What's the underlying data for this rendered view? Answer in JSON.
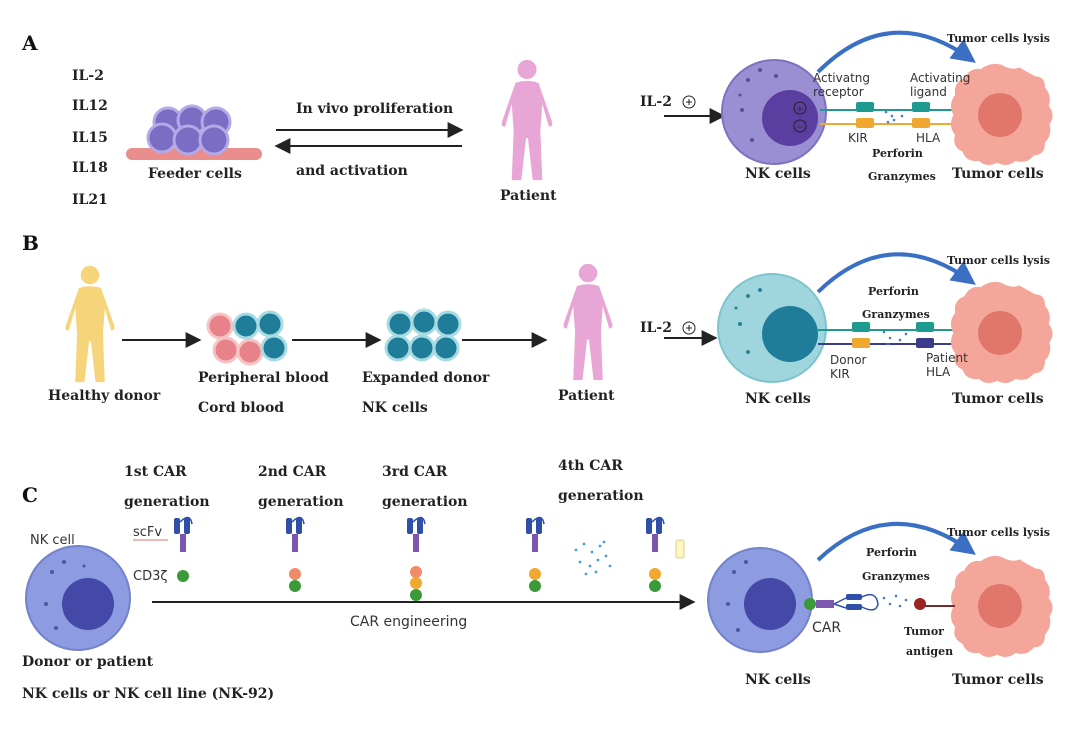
{
  "panels": {
    "a": {
      "letter": "A",
      "cytokines": [
        "IL-2",
        "IL12",
        "IL15",
        "IL18",
        "IL21"
      ],
      "feeder_label": "Feeder cells",
      "arrow_top_label": "In vivo proliferation",
      "arrow_bottom_label": "and activation",
      "patient_label": "Patient",
      "il2_label": "IL-2",
      "lysis_label": "Tumor cells lysis",
      "activating_receptor": [
        "Activatng",
        "receptor"
      ],
      "activating_ligand": [
        "Activating",
        "ligand"
      ],
      "kir_label": "KIR",
      "hla_label": "HLA",
      "perforin_label": "Perforin",
      "granzymes_label": "Granzymes",
      "nk_label": "NK cells",
      "tumor_label": "Tumor cells",
      "plus_sign": "+",
      "minus_sign": "−"
    },
    "b": {
      "letter": "B",
      "healthy_donor_label": "Healthy donor",
      "source_labels": [
        "Peripheral blood",
        "Cord blood"
      ],
      "expanded_labels": [
        "Expanded donor",
        "NK cells"
      ],
      "patient_label": "Patient",
      "il2_label": "IL-2",
      "lysis_label": "Tumor cells lysis",
      "perforin_label": "Perforin",
      "granzymes_label": "Granzymes",
      "donor_kir": [
        "Donor",
        "KIR"
      ],
      "patient_hla": [
        "Patient",
        "HLA"
      ],
      "nk_label": "NK cells",
      "tumor_label": "Tumor cells"
    },
    "c": {
      "letter": "C",
      "generations": [
        [
          "1st CAR",
          "generation"
        ],
        [
          "2nd CAR",
          "generation"
        ],
        [
          "3rd CAR",
          "generation"
        ],
        [
          "4th CAR",
          "generation"
        ]
      ],
      "nk_cell_label": "NK cell",
      "scfv_label": "scFv",
      "cd3z_label": "CD3ζ",
      "engineering_label": "CAR engineering",
      "source_labels": [
        "Donor or patient",
        "NK cells or NK cell line (NK-92)"
      ],
      "car_label": "CAR",
      "lysis_label": "Tumor cells lysis",
      "perforin_label": "Perforin",
      "granzymes_label": "Granzymes",
      "tumor_antigen": [
        "Tumor",
        "antigen"
      ],
      "nk_label": "NK cells",
      "tumor_label": "Tumor cells"
    }
  },
  "colors": {
    "nk_purple": "#9b8fd4",
    "nk_nucleus_purple": "#5b3fa0",
    "nk_teal": "#9fd6de",
    "nk_nucleus_teal": "#1f7d9a",
    "nk_blue": "#8d9be0",
    "nk_nucleus_blue": "#4448a6",
    "tumor": "#f4a69b",
    "tumor_nucleus": "#e0776a",
    "patient": "#e7a6d6",
    "donor": "#f5d47a",
    "arrow_blue": "#3a6fc4",
    "feeder": "#e98d8d",
    "teal_receptor": "#1f9a8f",
    "orange_receptor": "#f0a830",
    "navy_receptor": "#3b3c8c"
  }
}
